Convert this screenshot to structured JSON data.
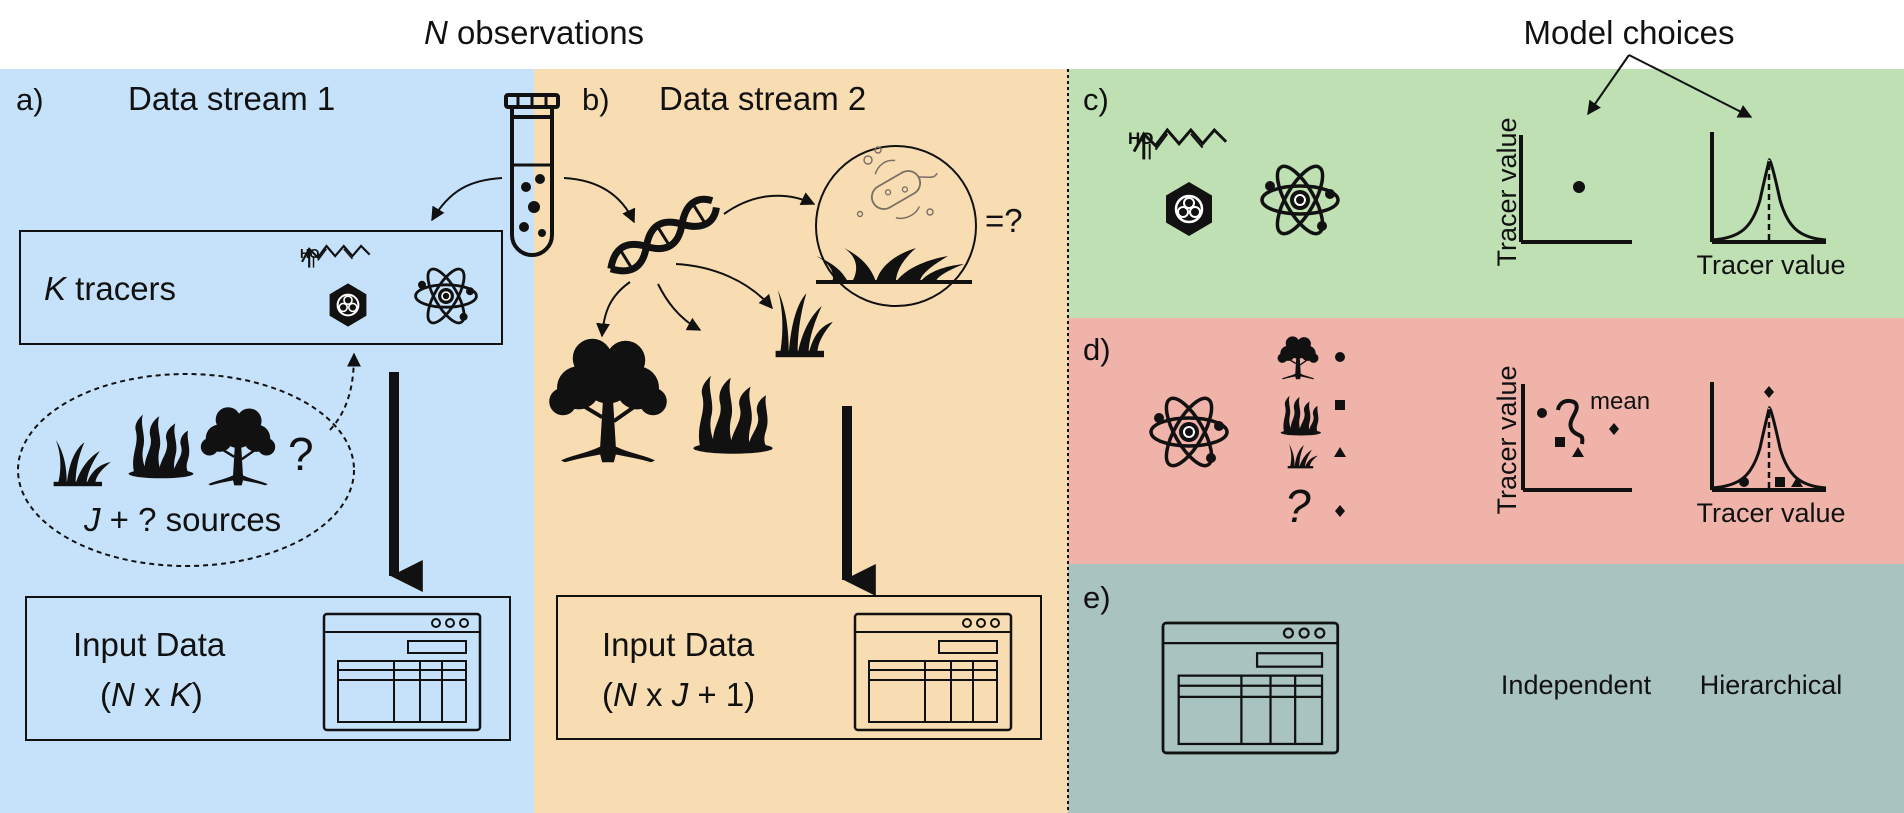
{
  "header": {
    "n_prefix": "N",
    "n_suffix": " observations",
    "model_choices": "Model choices"
  },
  "panel_a": {
    "letter": "a)",
    "title": "Data stream 1",
    "tracers_var": "K",
    "tracers_text": " tracers",
    "sources_var": "J",
    "sources_text": " + ? sources",
    "question": "?",
    "input_label": "Input Data",
    "input_dims_open": "(",
    "input_dims_n": "N",
    "input_dims_x": " x ",
    "input_dims_k": "K",
    "input_dims_close": ")",
    "bg": "#c6e2fa"
  },
  "panel_b": {
    "letter": "b)",
    "title": "Data stream 2",
    "unknown": "=?",
    "input_label": "Input Data",
    "input_dims_open": "(",
    "input_dims_n": "N",
    "input_dims_x": " x ",
    "input_dims_j": "J",
    "input_dims_rest": " + 1)",
    "bg": "#f8ddb2"
  },
  "panel_c": {
    "letter": "c)",
    "y_axis": "Tracer value",
    "x_axis": "Tracer value",
    "bg": "#bfe0b3"
  },
  "panel_d": {
    "letter": "d)",
    "y_axis": "Tracer value",
    "x_axis": "Tracer value",
    "mean": "mean",
    "question": "?",
    "bg": "#efb3a9"
  },
  "panel_e": {
    "letter": "e)",
    "independent": "Independent",
    "hierarchical": "Hierarchical",
    "bg": "#a9c3c0"
  },
  "icons": [
    "test-tube-icon",
    "dna-icon",
    "microbe-icon",
    "grass-icon",
    "seaweed-icon",
    "tree-icon",
    "molecule-icon",
    "isotope-hex-icon",
    "atom-icon",
    "table-window-icon",
    "dot-marker-icon",
    "square-marker-icon",
    "triangle-marker-icon",
    "diamond-marker-icon"
  ]
}
